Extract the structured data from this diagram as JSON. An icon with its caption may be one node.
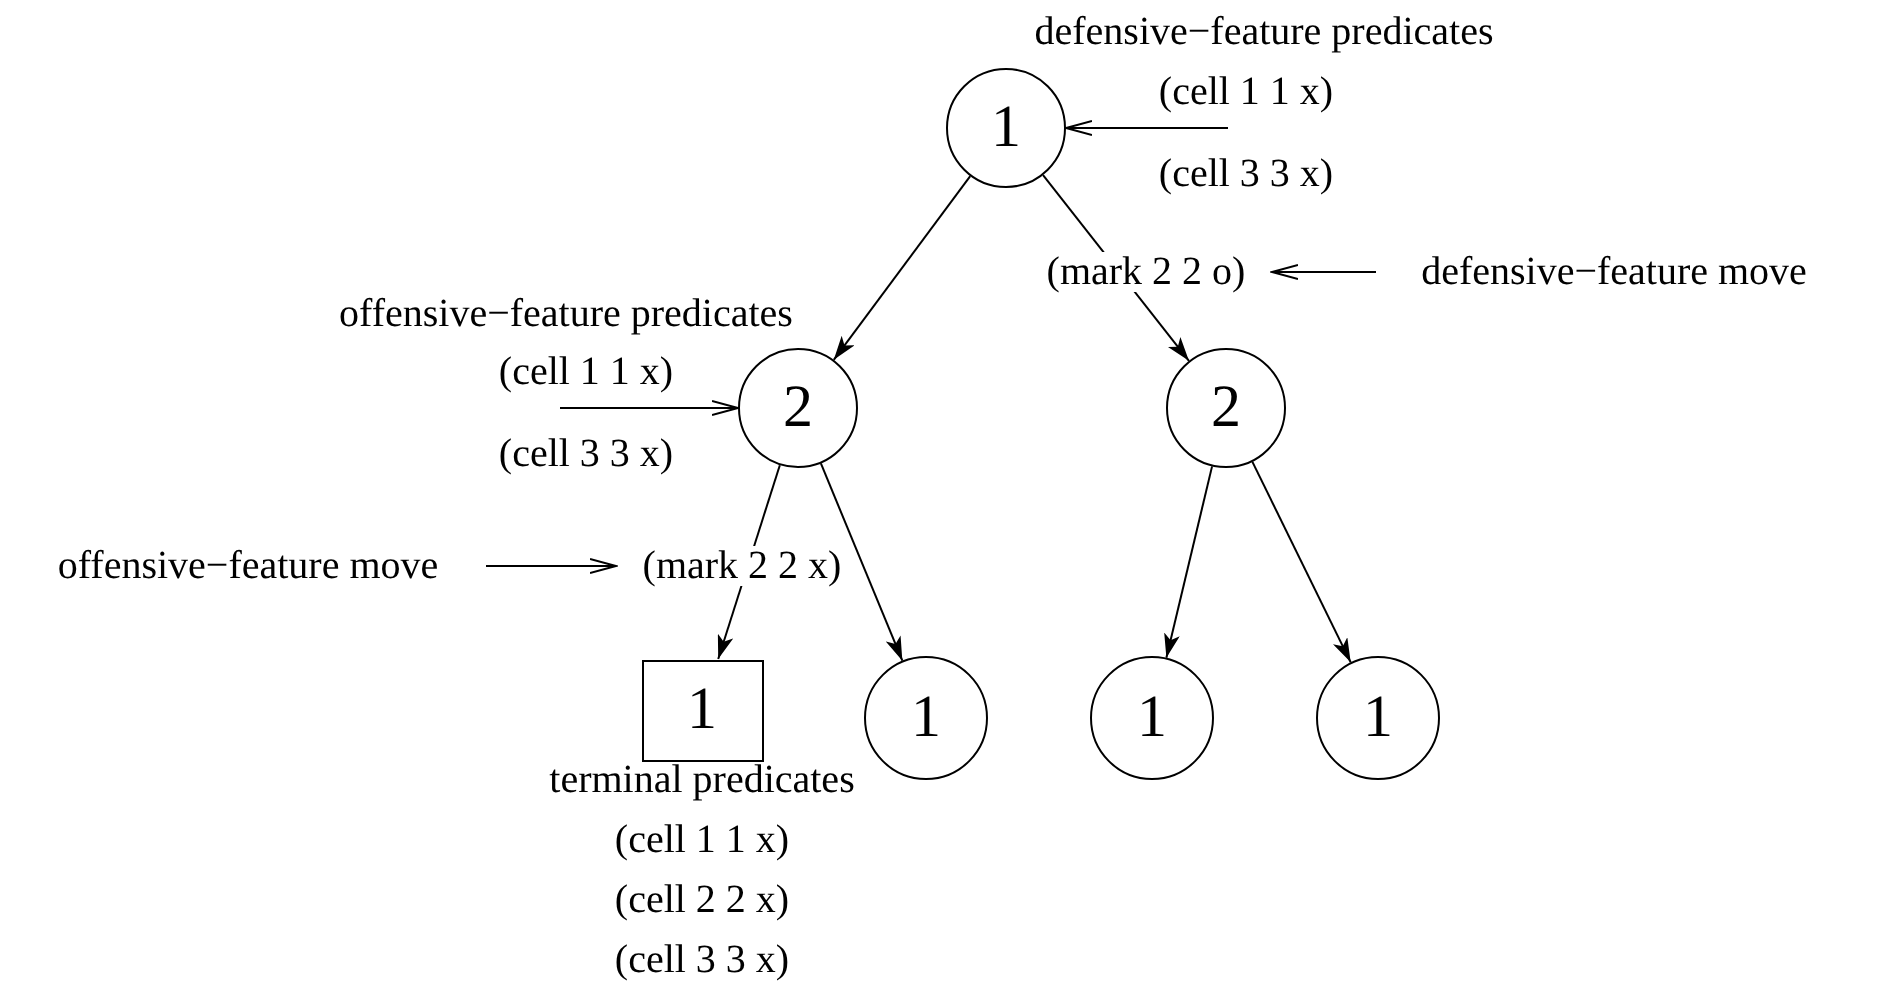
{
  "diagram": {
    "nodes": [
      {
        "text": [
          "1"
        ],
        "beside": [
          "defensive−feature predicates",
          "(cell 1 1 x)",
          "(cell 3 3 x)"
        ]
      },
      {
        "text": [
          "2"
        ],
        "beside": [
          "offensive−feature predicates",
          "(cell 1 1 x)",
          "(cell 3 3 x)"
        ]
      },
      {
        "text": [
          "2"
        ]
      },
      {
        "text": [
          "1"
        ],
        "beside": [
          "terminal predicates",
          "(cell 1 1 x)",
          "(cell 2 2 x)",
          "(cell 3 3 x)"
        ]
      },
      {
        "text": [
          "1"
        ]
      },
      {
        "text": [
          "1"
        ]
      },
      {
        "text": [
          "1"
        ]
      },
      {
        "text": [
          "defensive−feature move"
        ]
      },
      {
        "text": [
          "offensive−feature move"
        ]
      }
    ],
    "edges": [
      {
        "from": 0,
        "to": 1,
        "arrow": "to"
      },
      {
        "from": 0,
        "to": 2,
        "arrow": "to",
        "label": "(mark 2 2 o)"
      },
      {
        "from": 1,
        "to": 3,
        "arrow": "to",
        "label": "(mark 2 2 x)"
      },
      {
        "from": 1,
        "to": 4,
        "arrow": "to"
      },
      {
        "from": 2,
        "to": 5,
        "arrow": "to"
      },
      {
        "from": 2,
        "to": 6,
        "arrow": "to"
      },
      {
        "from": null,
        "to": 0,
        "arrow": "to"
      },
      {
        "from": null,
        "to": 1,
        "arrow": "to"
      },
      {
        "from": 7,
        "to": null,
        "arrow": "to"
      },
      {
        "from": 8,
        "to": null,
        "arrow": "to"
      }
    ]
  }
}
